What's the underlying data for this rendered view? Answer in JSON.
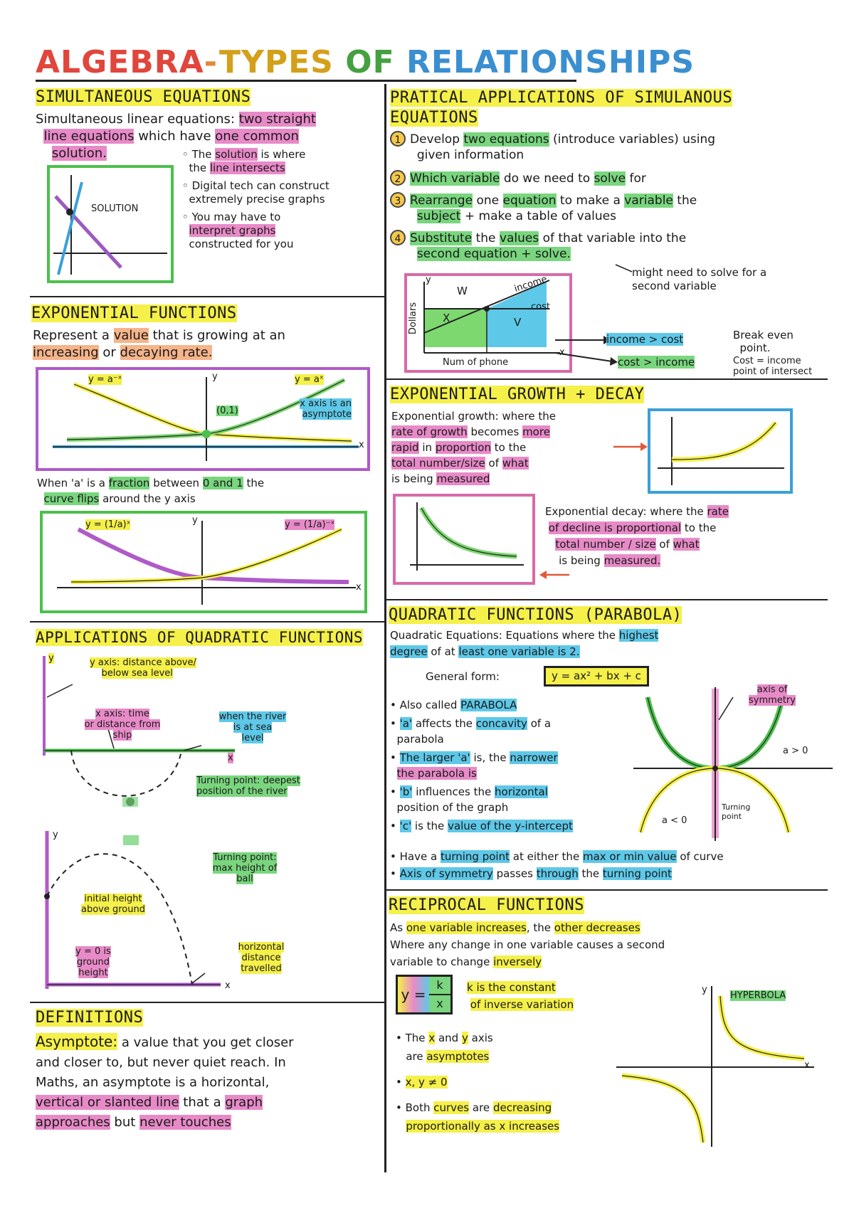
{
  "title": {
    "parts": [
      "ALGEBRA",
      "-",
      "TYPES",
      "OF",
      "RELATIONSHIPS"
    ]
  },
  "colors": {
    "yellow": "#f5f04a",
    "pink": "#e88ac8",
    "green": "#79d67e",
    "blue": "#5ec8e8",
    "orange": "#f5b48a"
  },
  "simultaneous": {
    "heading": "SIMULTANEOUS EQUATIONS",
    "intro_a": "Simultaneous linear equations:",
    "intro_b": "two straight",
    "intro_c": "line equations",
    "intro_d": "which have",
    "intro_e": "one common",
    "intro_f": "solution.",
    "graph_label": "SOLUTION",
    "b1_a": "The",
    "b1_b": "solution",
    "b1_c": "is where",
    "b1_d": "the",
    "b1_e": "line intersects",
    "b2_a": "Digital tech can construct",
    "b2_b": "extremely precise graphs",
    "b3_a": "You may have to",
    "b3_b": "interpret graphs",
    "b3_c": "constructed for you"
  },
  "practical": {
    "heading_1": "PRATICAL APPLICATIONS OF SIMULANOUS",
    "heading_2": "EQUATIONS",
    "step1_n": "1",
    "step1_a": "Develop",
    "step1_b": "two equations",
    "step1_c": "(introduce variables) using",
    "step1_d": "given information",
    "step2_n": "2",
    "step2_a": "Which variable",
    "step2_b": "do we need to",
    "step2_c": "solve",
    "step2_d": "for",
    "step3_n": "3",
    "step3_a": "Rearrange",
    "step3_b": "one",
    "step3_c": "equation",
    "step3_d": "to make a",
    "step3_e": "variable",
    "step3_f": "the",
    "step3_g": "subject",
    "step3_h": "+ make a table of values",
    "step4_n": "4",
    "step4_a": "Substitute",
    "step4_b": "the",
    "step4_c": "values",
    "step4_d": "of that variable into the",
    "step4_e": "second equation + solve.",
    "note": "might need to solve for a second variable",
    "graph_y": "y",
    "graph_yl": "Dollars",
    "graph_w": "W",
    "graph_income": "income",
    "graph_cost": "cost",
    "graph_x_mark": "X",
    "graph_v": "V",
    "graph_xl": "Num of phone",
    "graph_x": "x",
    "label_income_cost": "income > cost",
    "label_cost_income": "cost > income",
    "break_even_a": "Break even",
    "break_even_b": "point.",
    "break_even_c": "Cost = income",
    "break_even_d": "point of intersect"
  },
  "exponential": {
    "heading": "EXPONENTIAL FUNCTIONS",
    "desc_a": "Represent a",
    "desc_b": "value",
    "desc_c": "that is growing at an",
    "desc_d": "increasing",
    "desc_e": "or",
    "desc_f": "decaying rate.",
    "g1_left": "y = a⁻ˣ",
    "g1_right": "y = aˣ",
    "g1_point": "(0,1)",
    "g1_asym": "x axis is an asymptote",
    "g1_y": "y",
    "g1_x": "x",
    "mid_a": "When 'a' is a",
    "mid_b": "fraction",
    "mid_c": "between",
    "mid_d": "0 and 1",
    "mid_e": "the",
    "mid_f": "curve flips",
    "mid_g": "around the y axis",
    "g2_left": "y = (1/a)ˣ",
    "g2_right": "y = (1/a)⁻ˣ",
    "g2_y": "y",
    "g2_x": "x"
  },
  "growth": {
    "heading": "EXPONENTIAL GROWTH + DECAY",
    "g_a": "Exponential growth: where the",
    "g_b": "rate of growth",
    "g_c": "becomes",
    "g_d": "more",
    "g_e": "rapid",
    "g_f": "in",
    "g_g": "proportion",
    "g_h": "to the",
    "g_i": "total number/size",
    "g_j": "of",
    "g_k": "what",
    "g_l": "is being",
    "g_m": "measured",
    "d_a": "Exponential decay: where the",
    "d_b": "rate",
    "d_c": "of decline is proportional",
    "d_d": "to the",
    "d_e": "total number / size",
    "d_f": "of",
    "d_g": "what",
    "d_h": "is being",
    "d_i": "measured."
  },
  "quad_apps": {
    "heading": "APPLICATIONS OF QUADRATIC FUNCTIONS",
    "y": "y",
    "x": "x",
    "y_axis_a": "y axis: distance above/",
    "y_axis_b": "below sea level",
    "x_axis_a": "x axis: time",
    "x_axis_b": "or distance from",
    "x_axis_c": "ship",
    "river_a": "when the river",
    "river_b": "is at sea",
    "river_c": "level",
    "turn1_a": "Turning point: deepest",
    "turn1_b": "position of the river",
    "y2": "y",
    "x2": "x",
    "turn2_a": "Turning point:",
    "turn2_b": "max height of",
    "turn2_c": "ball",
    "init_a": "initial height",
    "init_b": "above ground",
    "ground_a": "y = 0 is",
    "ground_b": "ground",
    "ground_c": "height",
    "horiz_a": "horizontal",
    "horiz_b": "distance",
    "horiz_c": "travelled"
  },
  "quadratic": {
    "heading": "QUADRATIC FUNCTIONS (PARABOLA)",
    "desc_a": "Quadratic Equations: Equations where the",
    "desc_b": "highest",
    "desc_c": "degree",
    "desc_d": "of at",
    "desc_e": "least one variable is 2.",
    "general_label": "General form:",
    "general_form": "y = ax² + bx + c",
    "b1_a": "Also called",
    "b1_b": "PARABOLA",
    "b2_a": "'a'",
    "b2_b": "affects the",
    "b2_c": "concavity",
    "b2_d": "of a",
    "b2_e": "parabola",
    "b3_a": "The larger 'a'",
    "b3_b": "is, the",
    "b3_c": "narrower",
    "b3_d": "the parabola is",
    "b4_a": "'b'",
    "b4_b": "influences the",
    "b4_c": "horizontal",
    "b4_d": "position of the graph",
    "b5_a": "'c'",
    "b5_b": "is the",
    "b5_c": "value of the y-intercept",
    "b6_a": "Have a",
    "b6_b": "turning point",
    "b6_c": "at either the",
    "b6_d": "max or min value",
    "b6_e": "of curve",
    "b7_a": "Axis of symmetry",
    "b7_b": "passes",
    "b7_c": "through",
    "b7_d": "the",
    "b7_e": "turning point",
    "g_axis": "axis of symmetry",
    "g_apos": "a > 0",
    "g_aneg": "a < 0",
    "g_turn": "Turning point"
  },
  "definitions": {
    "heading": "DEFINITIONS",
    "term": "Asymptote:",
    "a": "a value that you get closer",
    "b": "and closer to, but never quiet reach. In",
    "c": "Maths, an asymptote is a horizontal,",
    "d": "vertical or slanted line",
    "e": "that a",
    "f": "graph",
    "g": "approaches",
    "h": "but",
    "i": "never touches"
  },
  "reciprocal": {
    "heading": "RECIPROCAL FUNCTIONS",
    "a": "As",
    "b": "one variable increases",
    "c": ", the",
    "d": "other decreases",
    "e": "Where any change in one variable causes a second",
    "f": "variable to change",
    "g": "inversely",
    "formula_y": "y =",
    "formula_k": "k",
    "formula_x": "x",
    "k_a": "k is the constant",
    "k_b": "of inverse variation",
    "b1_a": "The",
    "b1_b": "x",
    "b1_c": "and",
    "b1_d": "y",
    "b1_e": "axis",
    "b1_f": "are",
    "b1_g": "asymptotes",
    "b2": "x, y ≠ 0",
    "b3_a": "Both",
    "b3_b": "curves",
    "b3_c": "are",
    "b3_d": "decreasing",
    "b3_e": "proportionally as x increases",
    "g_label": "HYPERBOLA",
    "g_y": "y",
    "g_x": "x"
  }
}
